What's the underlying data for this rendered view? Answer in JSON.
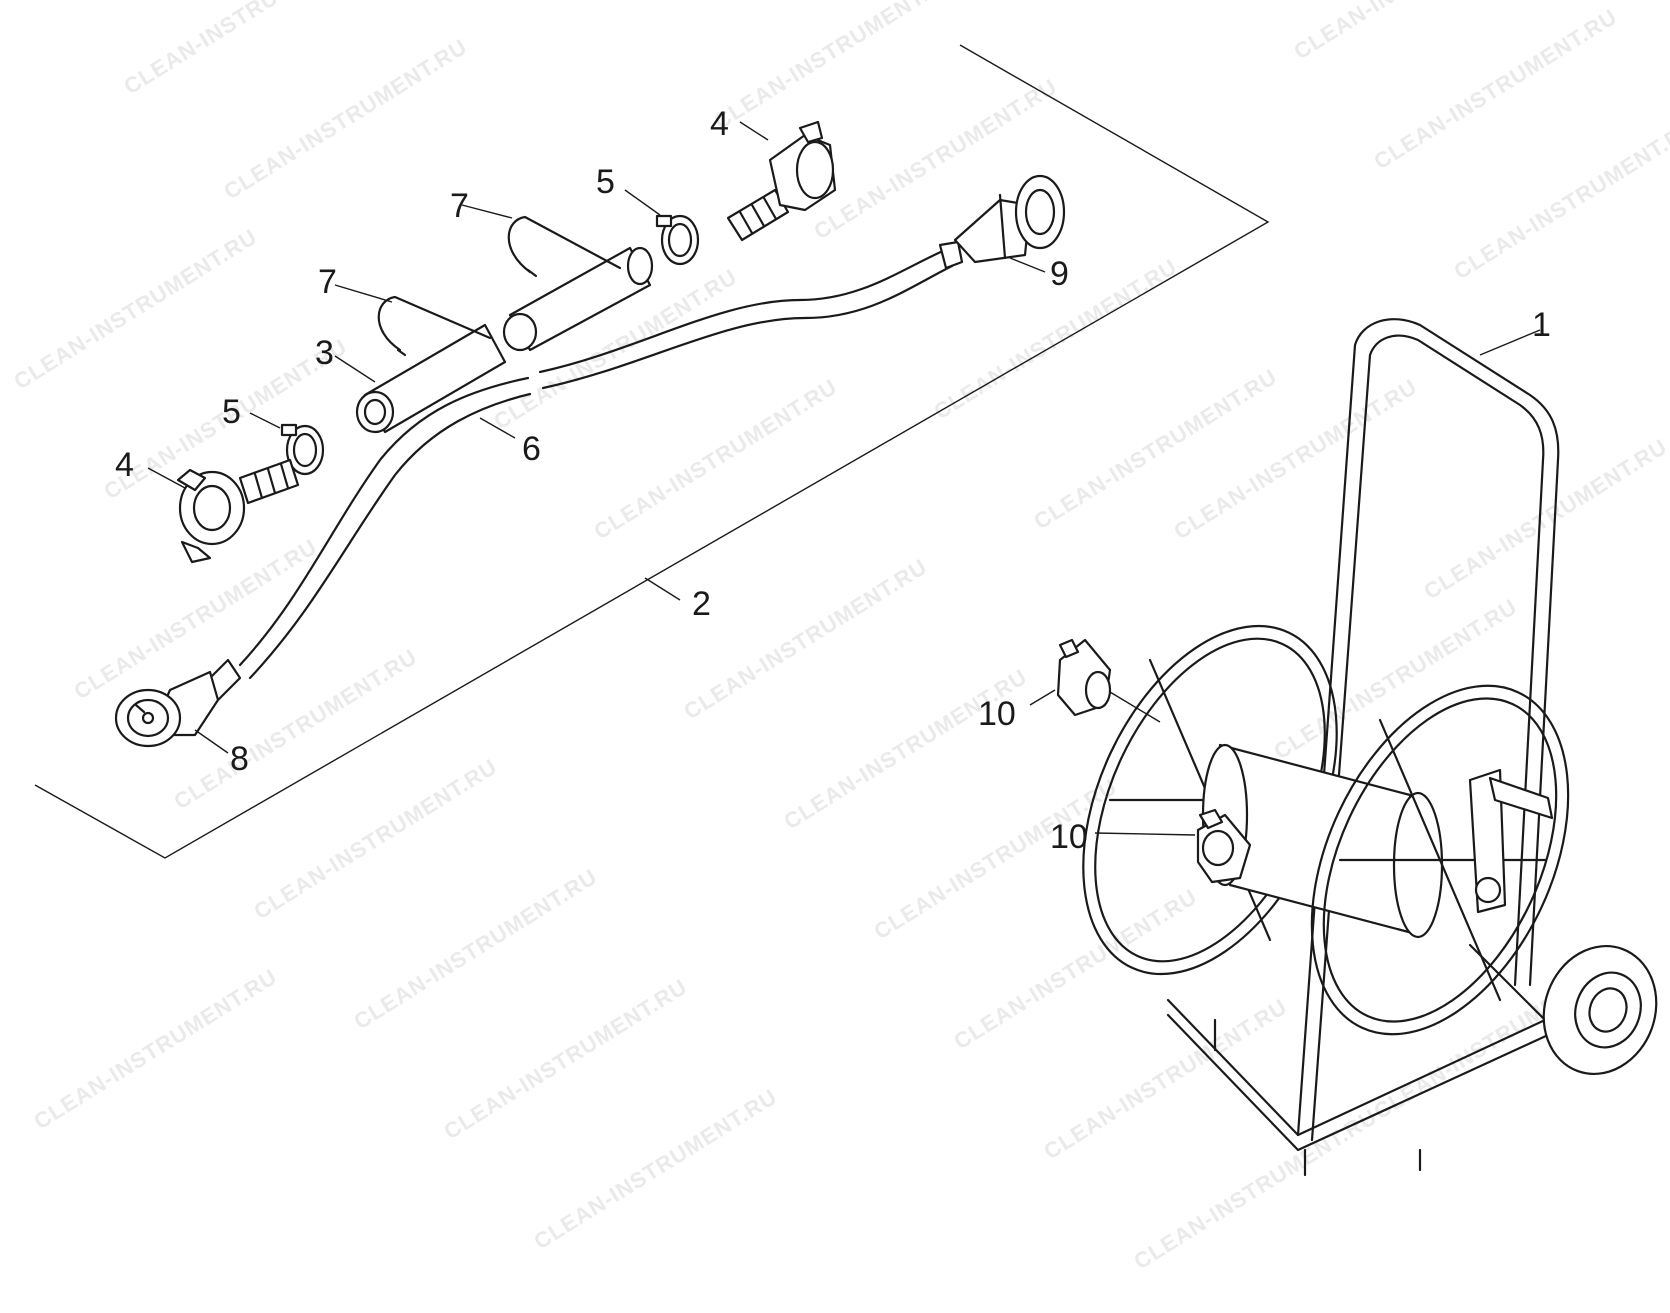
{
  "watermark": "CLEAN-INSTRUMENT.RU",
  "callouts": {
    "c1": "1",
    "c2": "2",
    "c3": "3",
    "c4a": "4",
    "c4b": "4",
    "c5a": "5",
    "c5b": "5",
    "c6": "6",
    "c7a": "7",
    "c7b": "7",
    "c8": "8",
    "c9": "9",
    "c10a": "10",
    "c10b": "10"
  }
}
